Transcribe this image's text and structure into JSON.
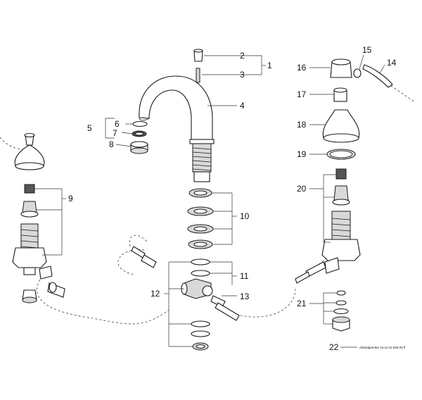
{
  "callouts": {
    "c1": "1",
    "c2": "2",
    "c3": "3",
    "c4": "4",
    "c5": "5",
    "c6": "6",
    "c7": "7",
    "c8": "8",
    "c9": "9",
    "c10": "10",
    "c11": "11",
    "c12": "12",
    "c13": "13",
    "c14": "14",
    "c15": "15",
    "c16": "16",
    "c17": "17",
    "c18": "18",
    "c19": "19",
    "c20": "20",
    "c21": "21",
    "c22": "22"
  },
  "note": "Ablaufgarnitur 04.11.01.025.00 ff"
}
